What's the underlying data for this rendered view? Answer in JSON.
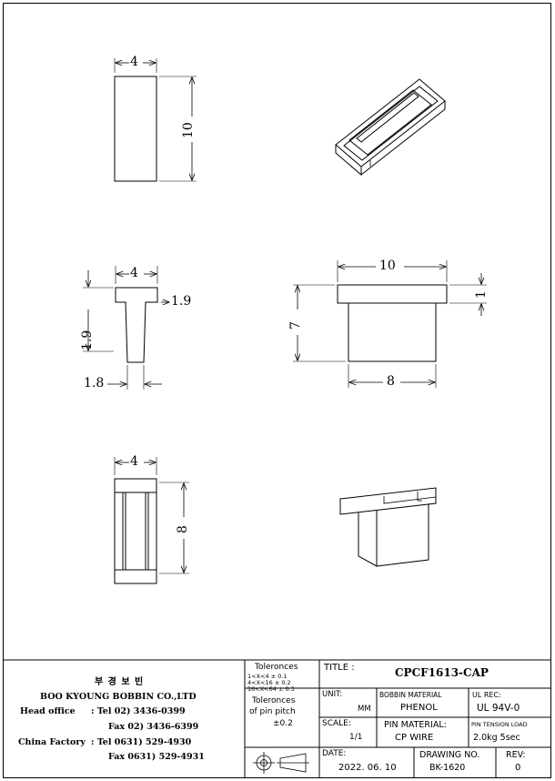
{
  "drawing": {
    "top_view": {
      "width": "4",
      "height": "10"
    },
    "front_view": {
      "width": "4",
      "cap_thickness": "1.9",
      "height": "1.9",
      "pin_width": "1.8"
    },
    "side_view": {
      "width": "10",
      "cap_thickness": "1",
      "height": "7",
      "body_width": "8"
    },
    "bottom_view": {
      "width": "4",
      "height": "8"
    }
  },
  "company": {
    "name_korean": "부 경 보 빈",
    "name": "BOO KYOUNG BOBBIN CO.,LTD",
    "head_office_label": "Head office",
    "head_tel": ": Tel 02) 3436-0399",
    "head_fax": "Fax 02) 3436-6399",
    "factory_label": "China Factory",
    "factory_tel": ": Tel 0631) 529-4930",
    "factory_fax": "Fax 0631) 529-4931"
  },
  "tolerances": {
    "title": "Toleronces",
    "rows": [
      "1<X<4   ± 0.1",
      "4<X<16  ± 0.2",
      "16<X<64 ± 0.3"
    ],
    "pitch_title_1": "Toleronces",
    "pitch_title_2": "of pin pitch",
    "pitch_value": "±0.2"
  },
  "title_block": {
    "title_label": "TITLE :",
    "title": "CPCF1613-CAP",
    "unit_label": "UNIT:",
    "unit": "MM",
    "bobbin_material_label": "BOBBIN MATERIAL",
    "bobbin_material": "PHENOL",
    "ul_label": "UL REC:",
    "ul": "UL 94V-0",
    "scale_label": "SCALE:",
    "scale": "1/1",
    "pin_material_label": "PIN MATERIAL:",
    "pin_material": "CP WIRE",
    "pin_tension_label": "PIN TENSION LOAD",
    "pin_tension": "2.0kg 5sec",
    "date_label": "DATE:",
    "date": "2022. 06. 10",
    "drawing_no_label": "DRAWING NO.",
    "drawing_no": "BK-1620",
    "rev_label": "REV:",
    "rev": "0"
  },
  "colors": {
    "line": "#000000",
    "paper": "#ffffff"
  }
}
